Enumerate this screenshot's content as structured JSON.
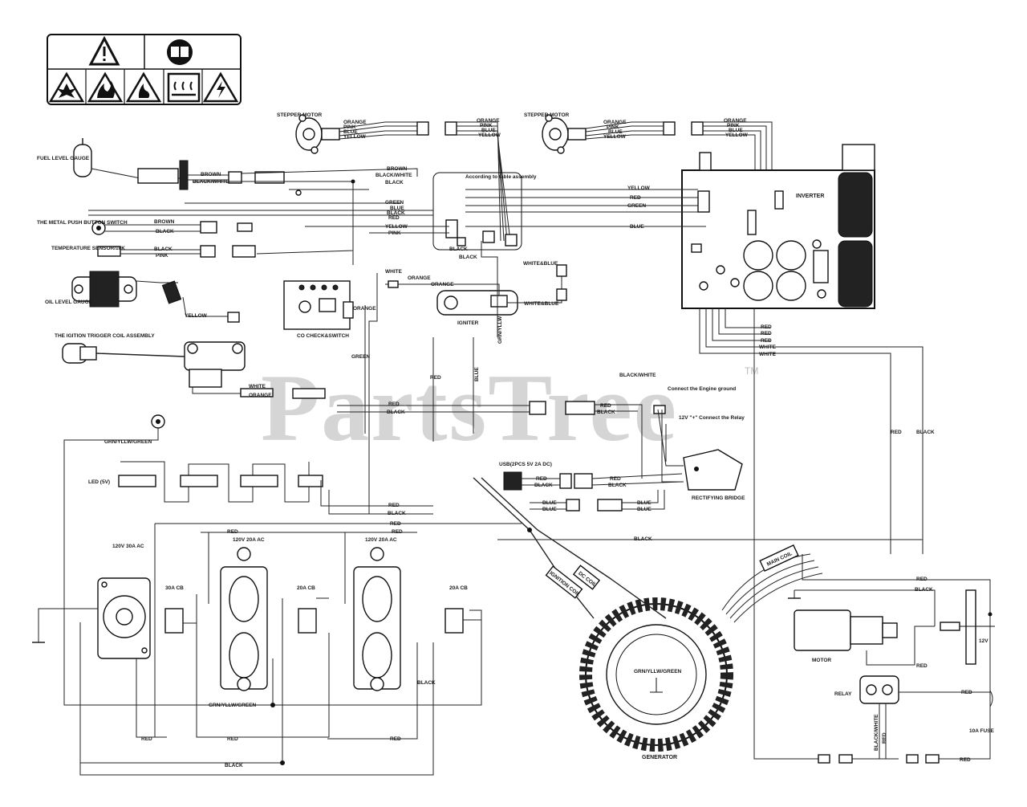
{
  "watermark": {
    "text": "PartsTree",
    "tm": "TM"
  },
  "warning_panel": {
    "icons": [
      "warning-icon",
      "manual-icon",
      "explosion-icon",
      "fire-icon",
      "flame-icon",
      "hot-surface-icon",
      "electric-shock-icon"
    ]
  },
  "components": {
    "stepper_motor_1": "STEPPER MOTOR",
    "stepper_motor_2": "STEPPER MOTOR",
    "fuel_level_gauge": "FUEL LEVEL GAUGE",
    "push_button_switch": "THE METAL PUSH BUTTON SWITCH",
    "temperature_sensor": "TEMPERATURE SENSOR/10K",
    "oil_level_gauge": "OIL LEVEL GAUGE",
    "ignition_coil": "THE IGITION TRIGGER COIL ASSEMBLY",
    "co_check": "CO CHECK&SWITCH",
    "igniter": "IGNITER",
    "inverter": "INVERTER",
    "table_note": "According to table assembly",
    "rectifying_bridge": "RECTIFYING BRIDGE",
    "usb": "USB(2PCS 5V 2A DC)",
    "led": "LED (5V)",
    "ac30": "120V 30A AC",
    "ac20a": "120V 20A AC",
    "ac20b": "120V 20A AC",
    "cb30": "30A CB",
    "cb20a": "20A CB",
    "cb20b": "20A CB",
    "generator": "GENERATOR",
    "motor": "MOTOR",
    "relay": "RELAY",
    "fuse": "10A FUSE",
    "battery": "12V",
    "main_coil": "MAIN COIL",
    "dc_coil": "DC COIL",
    "ignition_coil_wire": "IGNITION COIL",
    "engine_ground_note": "Connect the Engine ground",
    "relay_note": "12V \"+\" Connect the Relay",
    "stator_ground": "GRN/YLLW/GREEN"
  },
  "wire_labels": {
    "orange": "ORANGE",
    "pink": "PINK",
    "blue": "BLUE",
    "yellow": "YELLOW",
    "brown": "BROWN",
    "black_white": "BLACK/WHITE",
    "black": "BLACK",
    "green": "GREEN",
    "red": "RED",
    "white": "WHITE",
    "white_blue": "WHITE&BLUE",
    "grn_yllw_green": "GRN/YLLW/GREEN",
    "grn_yllw": "GRN/YLLW",
    "black_white_lower": "BLACK/WHITE"
  }
}
